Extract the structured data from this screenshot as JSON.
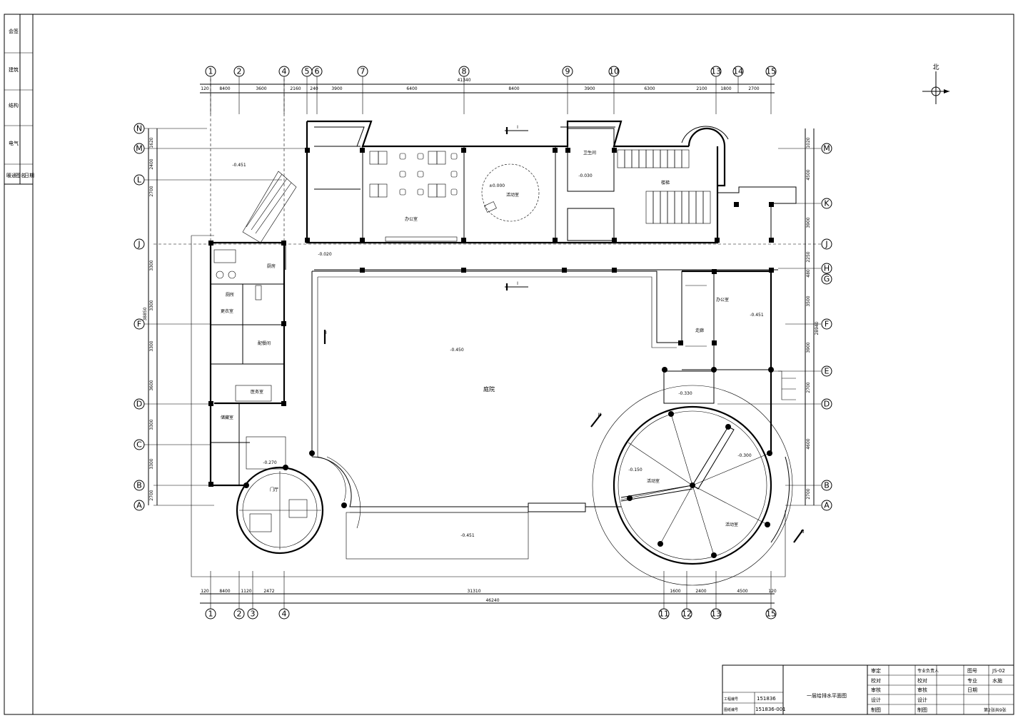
{
  "drawing": {
    "grid_axes_top": [
      "1",
      "2",
      "4",
      "5",
      "6",
      "7",
      "8",
      "9",
      "10",
      "13",
      "14",
      "15"
    ],
    "grid_axes_bottom": [
      "1",
      "2",
      "3",
      "4",
      "11",
      "12",
      "13",
      "15"
    ],
    "grid_axes_left": [
      "N",
      "M",
      "L",
      "J",
      "F",
      "D",
      "C",
      "B",
      "A"
    ],
    "grid_axes_right": [
      "M",
      "K",
      "J",
      "H",
      "G",
      "F",
      "E",
      "D",
      "B",
      "A"
    ],
    "top_dims": [
      "120",
      "8400",
      "3600",
      "2160",
      "240",
      "3900",
      "6400",
      "8400",
      "3900",
      "6300",
      "2100",
      "1800",
      "2700"
    ],
    "top_total": "41340",
    "bottom_dims": [
      "120",
      "8400",
      "1120",
      "2472",
      "31310",
      "1600",
      "2400",
      "4500",
      "120"
    ],
    "bottom_total": "46240",
    "right_dims": [
      "1020",
      "4500",
      "3900",
      "2250",
      "480",
      "3500",
      "3900",
      "2700",
      "4600",
      "2700",
      "28940"
    ],
    "left_dims": [
      "1620",
      "2400",
      "2700",
      "3300",
      "3300",
      "3300",
      "3600",
      "3300",
      "3300",
      "2700",
      "38850"
    ],
    "level_labels": [
      "-0.450",
      "-0.451",
      "-0.020",
      "-0.030",
      "-0.330",
      "-0.300",
      "-0.150",
      "-0.270",
      "±0.000"
    ],
    "section_marks": [
      "I",
      "I",
      "II",
      "III",
      "III"
    ],
    "room_labels": [
      "厨房",
      "厕所",
      "庭院",
      "楼梯",
      "更衣室",
      "配餐间",
      "医务室",
      "储藏室",
      "活动室",
      "走廊",
      "门厅",
      "卫生间",
      "办公室"
    ],
    "north_label": "北"
  },
  "title_block": {
    "project_no_label": "工程编号",
    "project_no": "151836",
    "drawing_no_label": "图纸编号",
    "drawing_no": "151836-001",
    "drawing_title": "一层给排水平面图",
    "row_labels": [
      "审定",
      "校对",
      "审核",
      "设计",
      "制图"
    ],
    "col2_labels": [
      "专业负责人",
      "",
      "",
      "",
      ""
    ],
    "sheet_label": "图号",
    "sheet_no": "JS-02",
    "discipline_label": "专业",
    "discipline": "水施",
    "date_label": "日期",
    "page_label": "第2张共9张"
  },
  "side_strip": {
    "labels": [
      "会签",
      "建筑",
      "结构",
      "电气",
      "暖通",
      "签名",
      "日期"
    ]
  }
}
